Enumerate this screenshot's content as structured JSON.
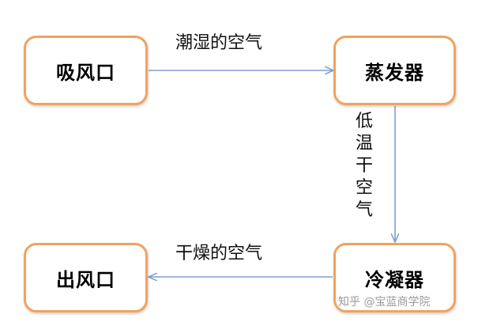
{
  "nodes": {
    "intake": "吸风口",
    "evaporator": "蒸发器",
    "condenser": "冷凝器",
    "outlet": "出风口"
  },
  "edges": {
    "humid_air": "潮湿的空气",
    "cold_dry_air": "低温干空气",
    "dry_air": "干燥的空气"
  },
  "watermark": "知乎 @宝蓝商学院",
  "colors": {
    "box_border": "#f2a25c",
    "arrow": "#7f9fd6"
  }
}
